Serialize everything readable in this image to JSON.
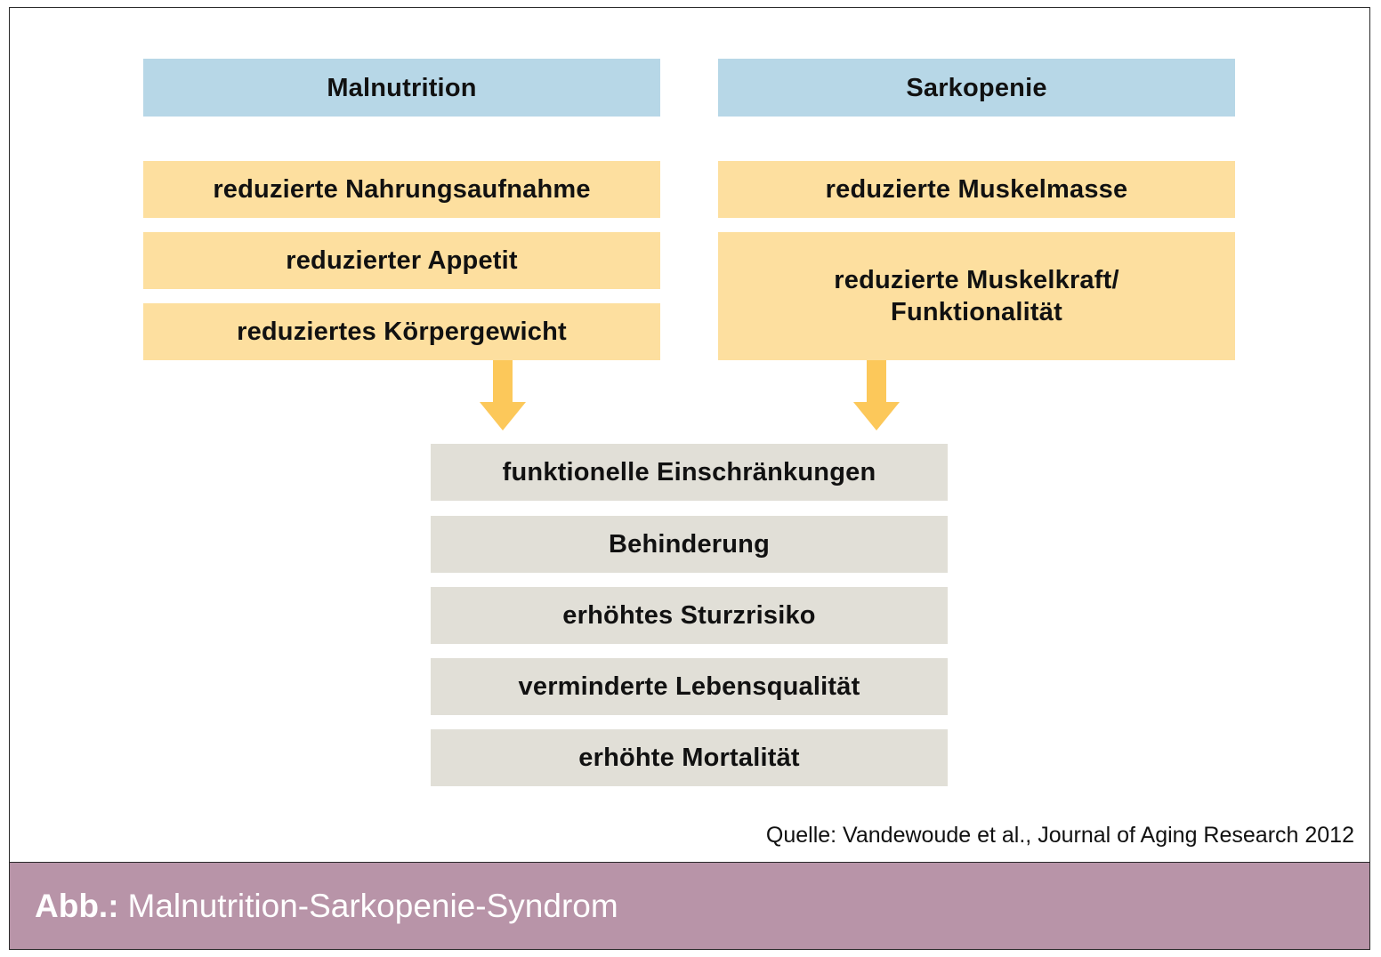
{
  "diagram": {
    "malnutrition": {
      "header": "Malnutrition",
      "items": [
        "reduzierte Nahrungsaufnahme",
        "reduzierter Appetit",
        "reduziertes Körpergewicht"
      ]
    },
    "sarkopenie": {
      "header": "Sarkopenie",
      "items": [
        "reduzierte Muskelmasse",
        "reduzierte Muskelkraft/\nFunktionalität"
      ]
    },
    "consequences": [
      "funktionelle Einschränkungen",
      "Behinderung",
      "erhöhtes Sturzrisiko",
      "verminderte Lebensqualität",
      "erhöhte Mortalität"
    ]
  },
  "source": "Quelle: Vandewoude et al., Journal of Aging Research 2012",
  "caption": {
    "prefix": "Abb.:",
    "text": "Malnutrition-Sarkopenie-Syndrom"
  },
  "colors": {
    "header": "#b7d7e7",
    "factor": "#fddf9f",
    "result": "#e1dfd7",
    "arrow": "#fcc85a",
    "caption_bg": "#b894a8"
  }
}
